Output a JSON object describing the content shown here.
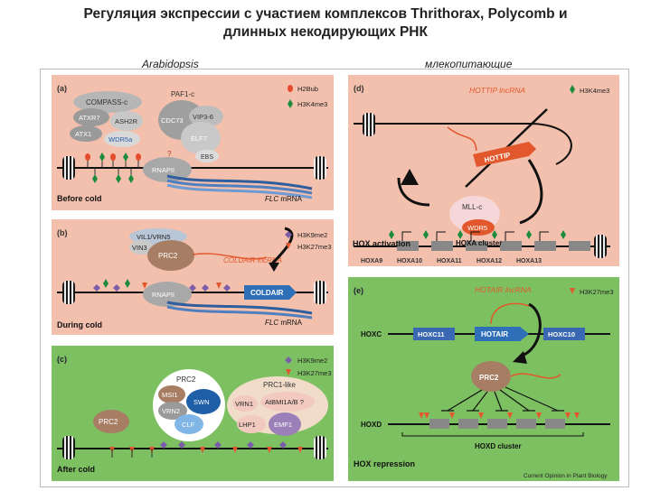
{
  "title_line1": "Регуляция экспрессии с участием комплексов Thrithorax, Polycomb и",
  "title_line2": "длинных некодирующих РНК",
  "col_left": "Arabidopsis",
  "col_right": "млекопитающие",
  "colors": {
    "panel_pink": "#f3c0ad",
    "panel_green": "#7dc061",
    "label_orange": "#e2582c"
  },
  "panel_a": {
    "tag": "(a)",
    "compass": "COMPASS-c",
    "atxr7": "ATXR7",
    "ash2r": "ASH2R",
    "atx1": "ATX1",
    "wdr5a": "WDR5a",
    "paf1": "PAF1-c",
    "cdc73": "CDC73",
    "vip36": "VIP3-6",
    "elf7": "ELF7",
    "ebs": "EBS",
    "rnapii": "RNAPII",
    "legend1": "H2Bub",
    "legend2": "H3K4me3",
    "caption": "Before cold",
    "flc": "FLC mRNA",
    "q": "?"
  },
  "panel_b": {
    "tag": "(b)",
    "vil1": "VIL1/VRN5",
    "vin3": "VIN3",
    "prc2": "PRC2",
    "coldair_lnc": "COLDAIR lncRNA",
    "coldair": "COLDAIR",
    "rnapii": "RNAPII",
    "legend1": "H3K9me2",
    "legend2": "H3K27me3",
    "caption": "During cold",
    "flc": "FLC mRNA"
  },
  "panel_c": {
    "tag": "(c)",
    "prc2": "PRC2",
    "msi1": "MSI1",
    "vrn2": "VRN2",
    "swn": "SWN",
    "clf": "CLF",
    "prc2_left": "PRC2",
    "prc1like": "PRC1-like",
    "vrn1": "VRN1",
    "atbmi": "AtBMI1A/B ?",
    "lhp1": "LHP1",
    "emf1": "EMF1",
    "legend1": "H3K9me2",
    "legend2": "H3K27me3",
    "caption": "After cold"
  },
  "panel_d": {
    "tag": "(d)",
    "hottip_lnc": "HOTTIP lncRNA",
    "hottip": "HOTTIP",
    "legend": "H3K4me3",
    "mllc": "MLL-c",
    "wdr5": "WDR5",
    "genes": [
      "HOXA9",
      "HOXA10",
      "HOXA11",
      "HOXA12",
      "HOXA13"
    ],
    "caption": "HOX activation",
    "cluster": "HOXA cluster"
  },
  "panel_e": {
    "tag": "(e)",
    "hotair_lnc": "HOTAIR lncRNA",
    "legend": "H3K27me3",
    "hoxc": "HOXC",
    "hoxc11": "HOXC11",
    "hotair": "HOTAIR",
    "hoxc10": "HOXC10",
    "prc2": "PRC2",
    "hoxd": "HOXD",
    "caption": "HOX repression",
    "cluster": "HOXD cluster"
  },
  "credit": "Current Opinion in Plant Biology"
}
